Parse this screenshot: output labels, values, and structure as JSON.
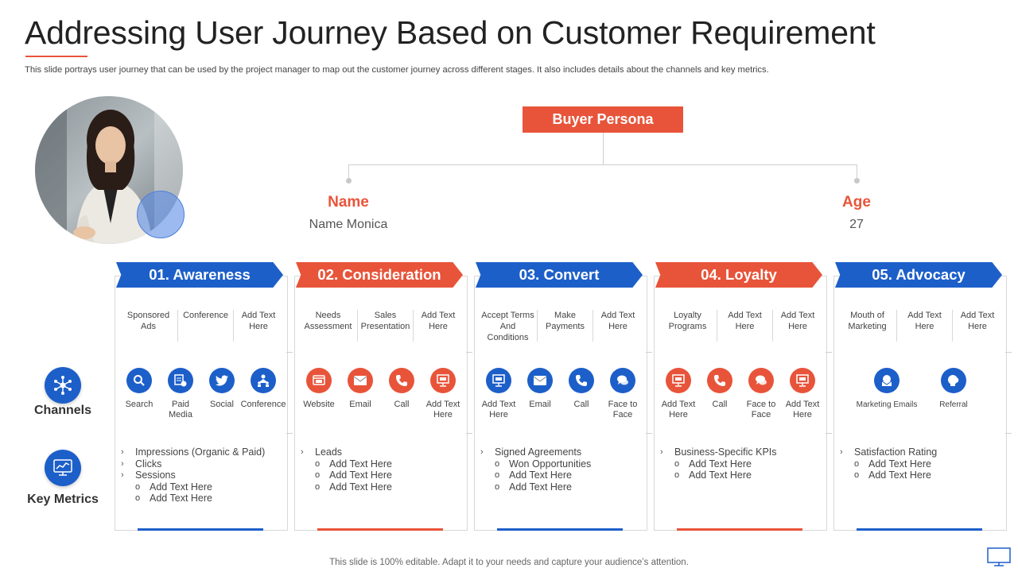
{
  "title": "Addressing User Journey Based on Customer Requirement",
  "subtitle": "This slide portrays user journey that can be used by the project manager to map out the customer journey across different stages. It also includes details about the channels and key metrics.",
  "persona": {
    "header": "Buyer Persona",
    "name_label": "Name",
    "name_value": "Name  Monica",
    "age_label": "Age",
    "age_value": "27"
  },
  "side": {
    "channels_label": "Channels",
    "metrics_label": "Key Metrics"
  },
  "stages": [
    {
      "label": "01. Awareness",
      "color": "#1d5fc9",
      "channels": [
        "Sponsored Ads",
        "Conference",
        "Add Text Here"
      ],
      "icons": [
        {
          "name": "search-icon",
          "label": "Search"
        },
        {
          "name": "paid-media-icon",
          "label": "Paid Media"
        },
        {
          "name": "twitter-icon",
          "label": "Social"
        },
        {
          "name": "conference-icon",
          "label": "Conference"
        }
      ],
      "metrics": [
        {
          "text": "Impressions (Organic & Paid)"
        },
        {
          "text": "Clicks"
        },
        {
          "text": "Sessions",
          "subs": [
            "Add Text Here",
            "Add Text Here"
          ]
        }
      ]
    },
    {
      "label": "02. Consideration",
      "color": "#e8543a",
      "channels": [
        "Needs Assessment",
        "Sales Presentation",
        "Add Text Here"
      ],
      "icons": [
        {
          "name": "website-icon",
          "label": "Website"
        },
        {
          "name": "email-icon",
          "label": "Email"
        },
        {
          "name": "call-icon",
          "label": "Call"
        },
        {
          "name": "monitor-icon",
          "label": "Add Text Here"
        }
      ],
      "metrics": [
        {
          "text": "Leads",
          "subs": [
            "Add Text Here",
            "Add Text Here",
            "Add Text Here"
          ]
        }
      ]
    },
    {
      "label": "03. Convert",
      "color": "#1d5fc9",
      "channels": [
        "Accept Terms And Conditions",
        "Make Payments",
        "Add Text Here"
      ],
      "icons": [
        {
          "name": "monitor-icon",
          "label": "Add Text Here"
        },
        {
          "name": "email-icon",
          "label": "Email"
        },
        {
          "name": "call-icon",
          "label": "Call"
        },
        {
          "name": "chat-icon",
          "label": "Face to Face"
        }
      ],
      "metrics": [
        {
          "text": "Signed Agreements",
          "subs": [
            "Won Opportunities",
            "Add Text Here",
            "Add Text Here"
          ]
        }
      ]
    },
    {
      "label": "04. Loyalty",
      "color": "#e8543a",
      "channels": [
        "Loyalty Programs",
        "Add Text Here",
        "Add Text Here"
      ],
      "icons": [
        {
          "name": "monitor-icon",
          "label": "Add Text Here"
        },
        {
          "name": "call-icon",
          "label": "Call"
        },
        {
          "name": "chat-icon",
          "label": "Face to Face"
        },
        {
          "name": "monitor-icon",
          "label": "Add Text Here"
        }
      ],
      "metrics": [
        {
          "text": "Business-Specific KPIs",
          "subs": [
            "Add Text Here",
            "Add Text Here"
          ]
        }
      ]
    },
    {
      "label": "05. Advocacy",
      "color": "#1d5fc9",
      "channels": [
        "Mouth of Marketing",
        "Add Text Here",
        "Add Text Here"
      ],
      "icons": [
        {
          "name": "marketing-email-icon",
          "label": "Marketing Emails"
        },
        {
          "name": "referral-icon",
          "label": "Referral"
        }
      ],
      "metrics": [
        {
          "text": "Satisfaction Rating",
          "subs": [
            "Add Text Here",
            "Add Text Here"
          ]
        }
      ]
    }
  ],
  "footer": "This slide is 100% editable. Adapt it to your needs and capture your audience’s attention."
}
